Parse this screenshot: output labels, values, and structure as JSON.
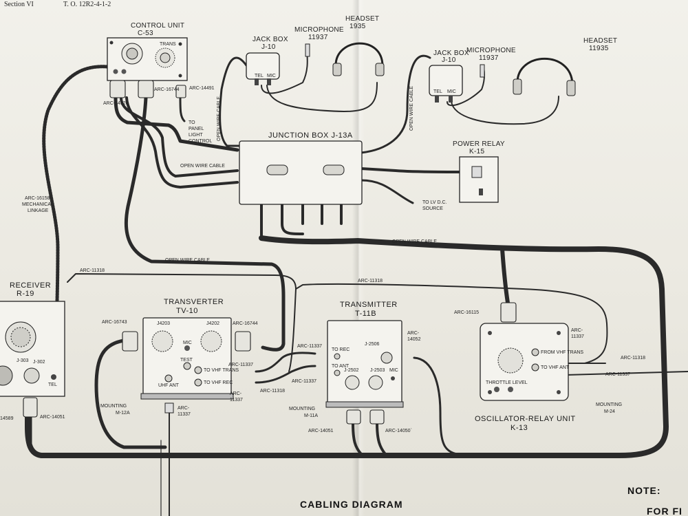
{
  "header": {
    "section": "Section VI",
    "to_number": "T. O. 12R2-4-1-2"
  },
  "units": {
    "control": {
      "title": "CONTROL UNIT",
      "model": "C-53",
      "trans": "TRANS"
    },
    "jackbox1": {
      "title": "JACK BOX",
      "model": "J-10",
      "tel": "TEL",
      "mic": "MIC"
    },
    "mic1": {
      "title": "MICROPHONE",
      "model": "11937"
    },
    "headset1": {
      "title": "HEADSET",
      "model": "1935"
    },
    "jackbox2": {
      "title": "JACK BOX",
      "model": "J-10",
      "tel": "TEL",
      "mic": "MIC"
    },
    "mic2": {
      "title": "MICROPHONE",
      "model": "11937"
    },
    "headset2": {
      "title": "HEADSET",
      "model": "11935"
    },
    "junction": {
      "title": "JUNCTION BOX J-13A"
    },
    "relay": {
      "title": "POWER RELAY",
      "model": "K-15"
    },
    "receiver": {
      "title": "RECEIVER",
      "model": "R-19",
      "j303": "J-303",
      "j302": "J-302",
      "tel": "TEL"
    },
    "transverter": {
      "title": "TRANSVERTER",
      "model": "TV-10",
      "j4203": "J4203",
      "j4202": "J4202",
      "mic": "MIC",
      "test": "TEST",
      "uhf": "UHF ANT",
      "to_vhf_trans": "TO VHF TRANS",
      "to_vhf_rec": "TO VHF REC"
    },
    "transmitter": {
      "title": "TRANSMITTER",
      "model": "T-11B",
      "j2506": "J-2506",
      "j2502": "J-2502",
      "j2503": "J-2503",
      "mic": "MIC",
      "to_rec": "TO REC",
      "to_ant": "TO ANT"
    },
    "oscillator": {
      "title": "OSCILLATOR-RELAY UNIT",
      "model": "K-13",
      "from_vhf_trans": "FROM VHF TRANS",
      "to_vhf_ant": "TO VHF ANT",
      "throttle": "THROTTLE LEVEL"
    }
  },
  "labels": {
    "arc14320": "ARC-14320",
    "arc16744_top": "ARC-16744",
    "arc14491": "ARC-14491",
    "to_panel": [
      "TO",
      "PANEL",
      "LIGHT",
      "CONTROL"
    ],
    "open_wire_vert": "OPEN WIRE CABLE",
    "open_wire_vert2": "OPEN WIRE CABLE",
    "open_wire_left": "OPEN WIRE CABLE",
    "open_wire_mid": "OPEN WIRE CABLE",
    "open_wire_bottom": "OPEN WIRE CABLE",
    "to_lv": [
      "TO LV D.C.",
      "SOURCE"
    ],
    "arc16158": [
      "ARC-16158",
      "MECHANICAL",
      "LINKAGE"
    ],
    "arc11318_left": "ARC-11318",
    "arc11318_mid": "ARC-11318",
    "arc11318_right": "ARC-11318",
    "arc11318_tx": "ARC-11318",
    "arc16743": "ARC-16743",
    "arc16744_tv": "ARC-16744",
    "arc16115": "ARC-16115",
    "arc11337_a": "ARC-11337",
    "arc11337_b": "ARC-11337",
    "arc11337_c": [
      "ARC-",
      "11337"
    ],
    "arc11337_d": [
      "ARC-",
      "11337"
    ],
    "arc11337_e": [
      "ARC-",
      "11337"
    ],
    "arc11337_f": "ARC-11337",
    "arc14052": [
      "ARC-",
      "14052"
    ],
    "arc14051_rx": "ARC-14051",
    "arc14051_tx": "ARC-14051",
    "arc14050": "ARC-14050`",
    "arc14589": "14589",
    "mount12a": [
      "MOUNTING",
      "M-12A"
    ],
    "mount11a": [
      "MOUNTING",
      "M-11A"
    ],
    "mount24": [
      "MOUNTING",
      "M-24"
    ]
  },
  "footer": {
    "title": "CABLING DIAGRAM",
    "note": "NOTE:",
    "for": "FOR FI"
  }
}
